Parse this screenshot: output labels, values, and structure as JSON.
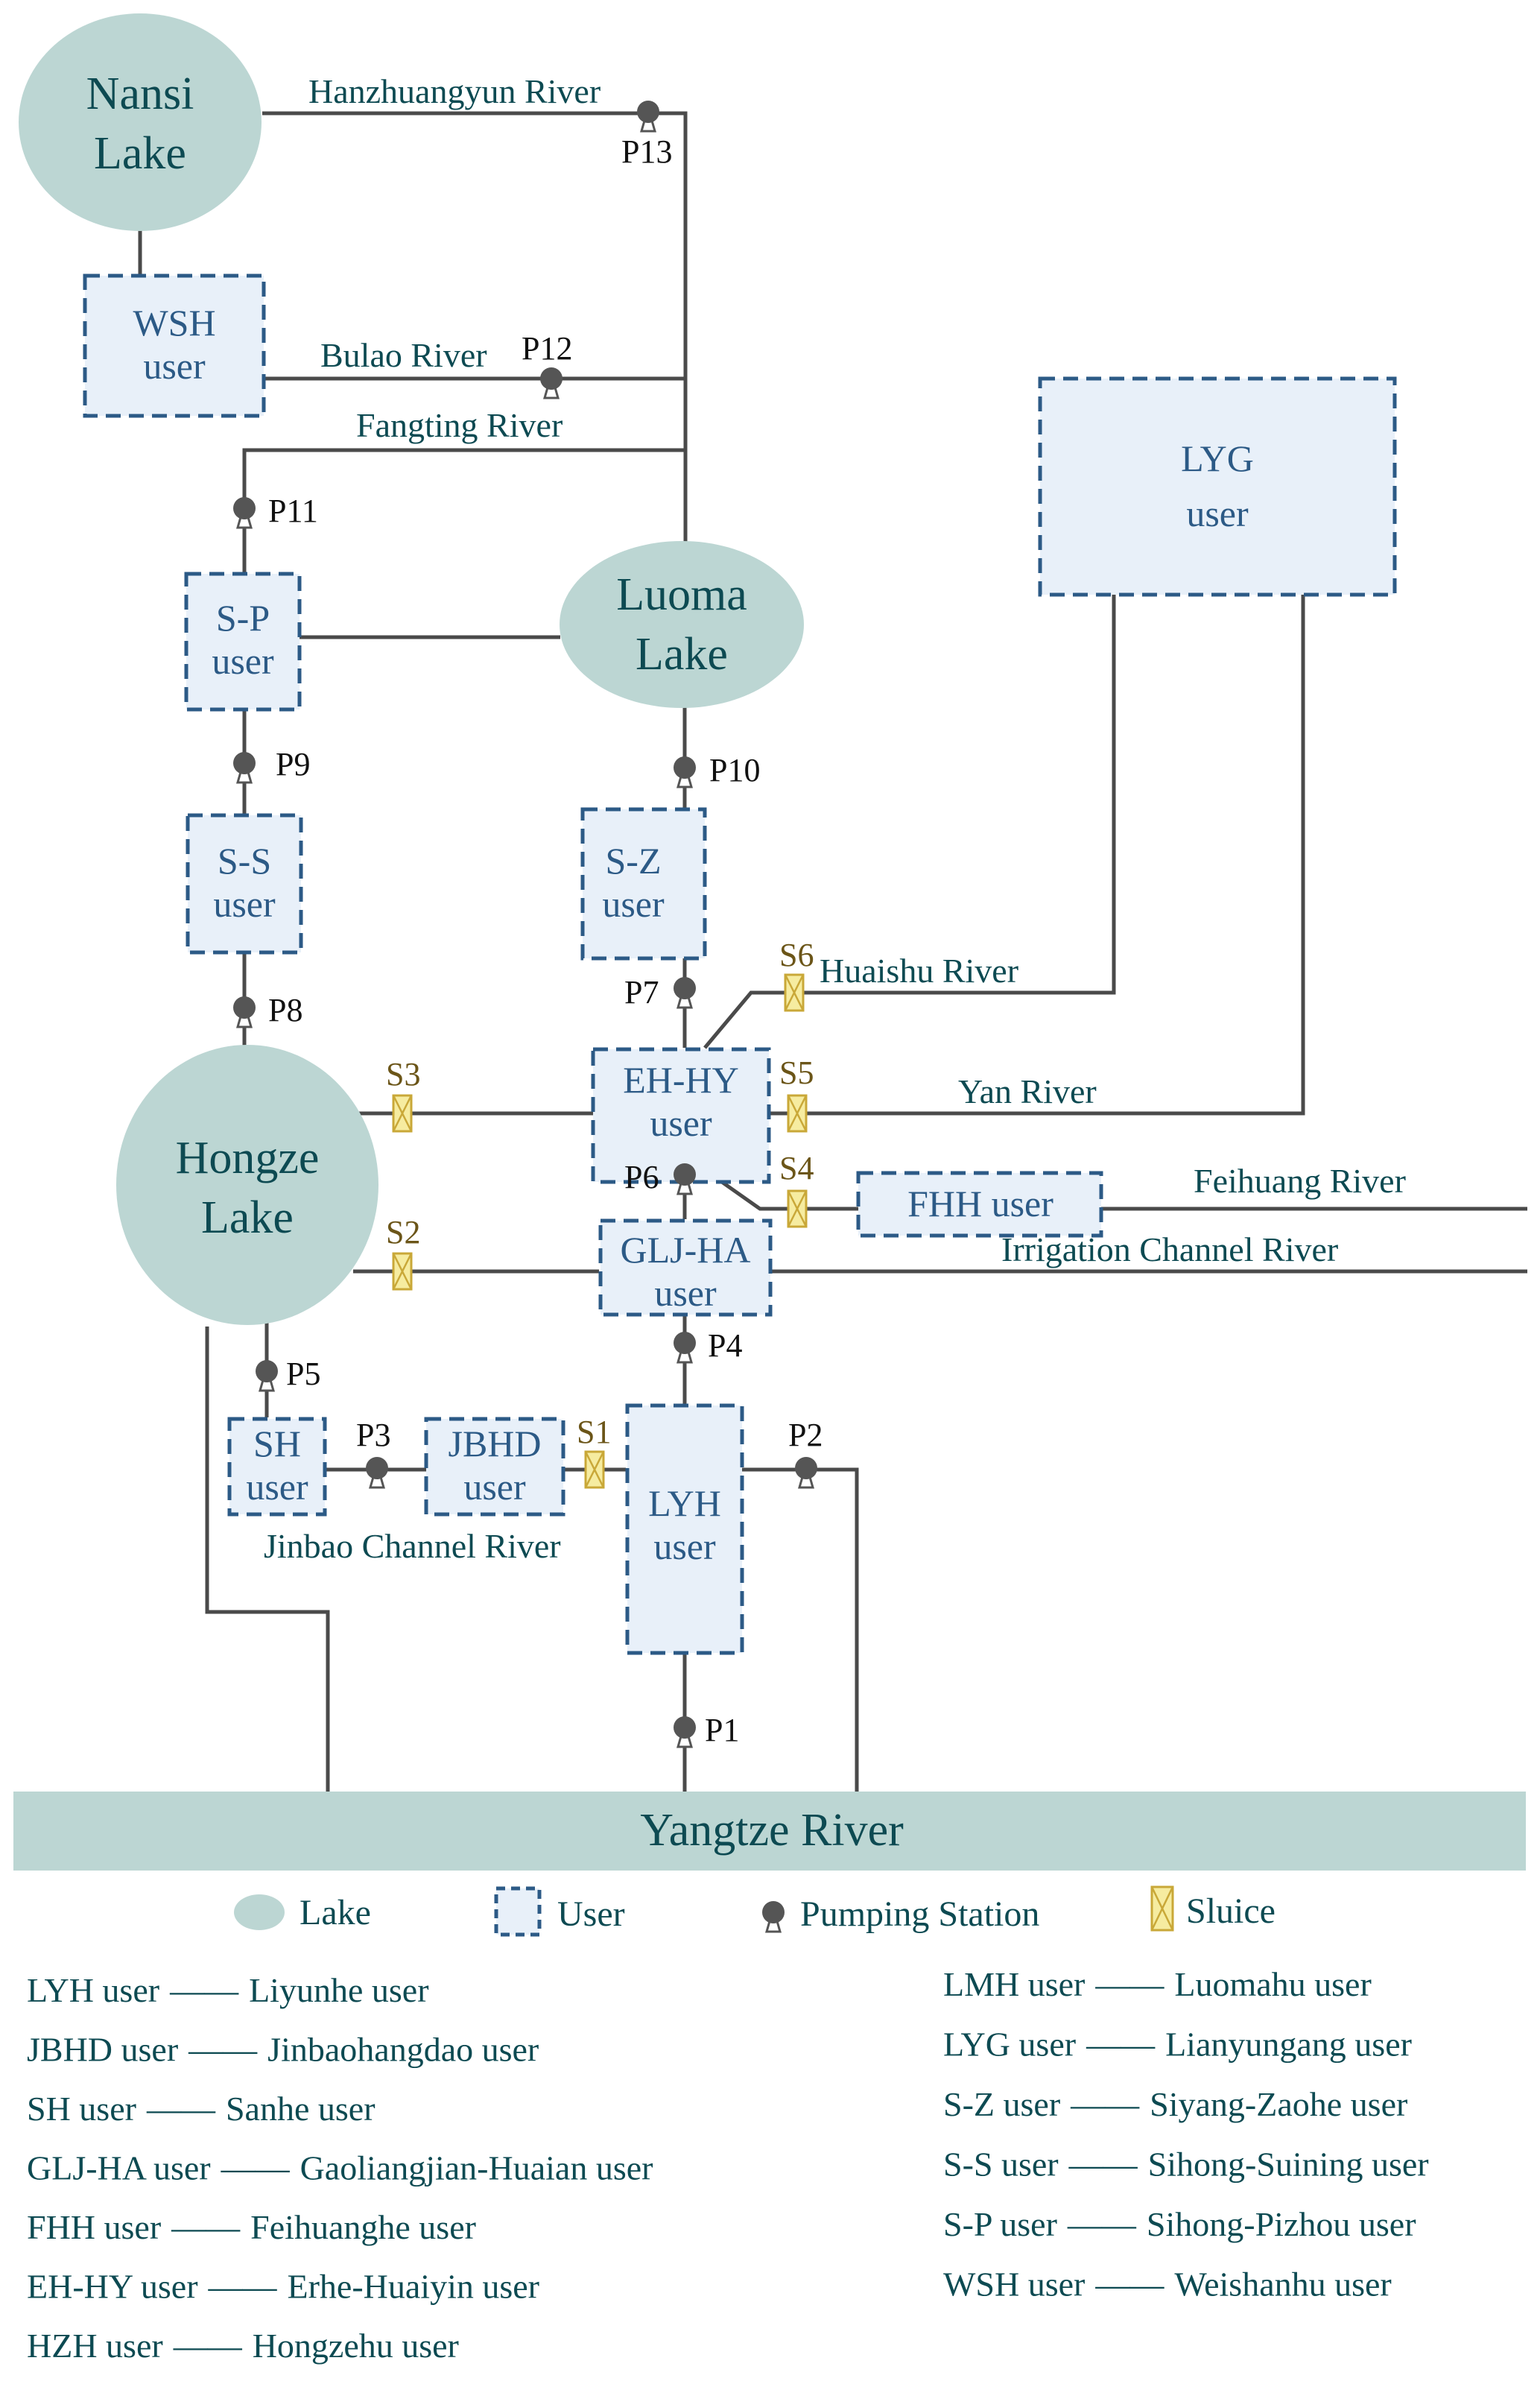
{
  "colors": {
    "lake": "#bcd6d3",
    "user_fill": "#e8f0f9",
    "user_border": "#2c5a86",
    "pump": "#555555",
    "sluice": "#f6eca0",
    "line": "#4a4a4a",
    "text_teal": "#0d4a52"
  },
  "lakes": {
    "nansi": {
      "line1": "Nansi",
      "line2": "Lake"
    },
    "luoma": {
      "line1": "Luoma",
      "line2": "Lake"
    },
    "hongze": {
      "line1": "Hongze",
      "line2": "Lake"
    }
  },
  "yangtze": {
    "label": "Yangtze River"
  },
  "users": {
    "wsh": {
      "line1": "WSH",
      "line2": "user"
    },
    "lyg": {
      "line1": "LYG",
      "line2": "user"
    },
    "sp": {
      "line1": "S-P",
      "line2": "user"
    },
    "ss": {
      "line1": "S-S",
      "line2": "user"
    },
    "sz": {
      "line1": "S-Z",
      "line2": "user"
    },
    "ehhy": {
      "line1": "EH-HY",
      "line2": "user"
    },
    "gljha": {
      "line1": "GLJ-HA",
      "line2": "user"
    },
    "fhh": {
      "line1": "FHH user"
    },
    "sh": {
      "line1": "SH",
      "line2": "user"
    },
    "jbhd": {
      "line1": "JBHD",
      "line2": "user"
    },
    "lyh": {
      "line1": "LYH",
      "line2": "user"
    }
  },
  "rivers": {
    "hanzhuangyun": "Hanzhuangyun River",
    "bulao": "Bulao River",
    "fangting": "Fangting River",
    "huaishu": "Huaishu River",
    "yan": "Yan River",
    "feihuang": "Feihuang River",
    "irrigation": "Irrigation  Channel River",
    "jinbao": "Jinbao Channel River"
  },
  "pumps": {
    "p1": "P1",
    "p2": "P2",
    "p3": "P3",
    "p4": "P4",
    "p5": "P5",
    "p6": "P6",
    "p7": "P7",
    "p8": "P8",
    "p9": "P9",
    "p10": "P10",
    "p11": "P11",
    "p12": "P12",
    "p13": "P13"
  },
  "sluices": {
    "s1": "S1",
    "s2": "S2",
    "s3": "S3",
    "s4": "S4",
    "s5": "S5",
    "s6": "S6"
  },
  "legend": {
    "lake": "Lake",
    "user": "User",
    "pump": "Pumping Station",
    "sluice": "Sluice"
  },
  "abbreviations": {
    "dash": "——",
    "left": [
      {
        "abbr": "LYH user",
        "full": "Liyunhe user"
      },
      {
        "abbr": "JBHD user",
        "full": "Jinbaohangdao user"
      },
      {
        "abbr": "SH user",
        "full": "Sanhe user"
      },
      {
        "abbr": "GLJ-HA user",
        "full": "Gaoliangjian-Huaian user"
      },
      {
        "abbr": "FHH user",
        "full": "Feihuanghe user"
      },
      {
        "abbr": "EH-HY user",
        "full": "Erhe-Huaiyin user"
      },
      {
        "abbr": "HZH user",
        "full": "Hongzehu user"
      }
    ],
    "right": [
      {
        "abbr": "LMH user",
        "full": "Luomahu user"
      },
      {
        "abbr": "LYG user",
        "full": "Lianyungang user"
      },
      {
        "abbr": "S-Z user",
        "full": "Siyang-Zaohe user"
      },
      {
        "abbr": "S-S user",
        "full": "Sihong-Suining user"
      },
      {
        "abbr": "S-P user",
        "full": "Sihong-Pizhou user"
      },
      {
        "abbr": "WSH user",
        "full": "Weishanhu user"
      }
    ]
  }
}
